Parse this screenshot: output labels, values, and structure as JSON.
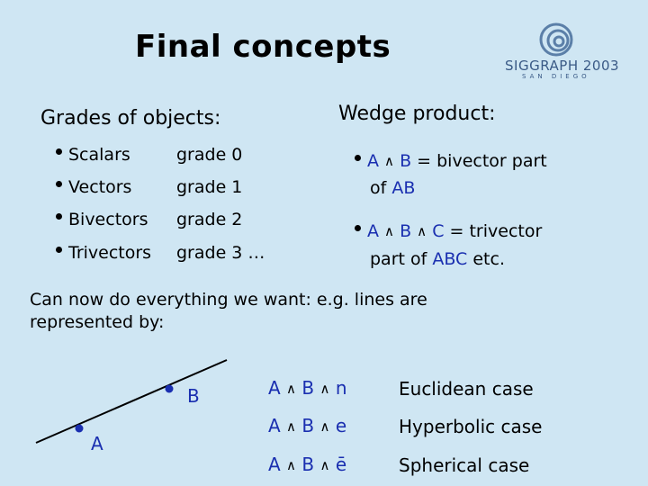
{
  "title": "Final concepts",
  "logo": {
    "main": "SIGGRAPH 2003",
    "sub": "SAN DIEGO"
  },
  "grades": {
    "heading": "Grades of objects:",
    "items": [
      {
        "name": "Scalars",
        "grade": "grade 0"
      },
      {
        "name": "Vectors",
        "grade": "grade 1"
      },
      {
        "name": "Bivectors",
        "grade": "grade 2"
      },
      {
        "name": "Trivectors",
        "grade": "grade 3 …"
      }
    ]
  },
  "wedge": {
    "heading": "Wedge product:",
    "wedge_symbol": "∧",
    "item1": {
      "a": "A",
      "b": "B",
      "rest1": " = bivector part",
      "line2_pre": "of ",
      "line2_obj": "AB"
    },
    "item2": {
      "a": "A",
      "b": "B",
      "c": "C",
      "rest1": " = trivector",
      "line2_pre": "part of ",
      "line2_obj": "ABC",
      "line2_post": " etc."
    }
  },
  "summary": {
    "line1": "Can now do everything we want: e.g. lines are",
    "line2": "represented by:"
  },
  "figure": {
    "label_a": "A",
    "label_b": "B"
  },
  "cases": [
    {
      "p1": "A",
      "p2": "B",
      "p3": "n",
      "label": "Euclidean case"
    },
    {
      "p1": "A",
      "p2": "B",
      "p3": "e",
      "label": "Hyperbolic case"
    },
    {
      "p1": "A",
      "p2": "B",
      "p3": "ē",
      "label": "Spherical case"
    }
  ]
}
